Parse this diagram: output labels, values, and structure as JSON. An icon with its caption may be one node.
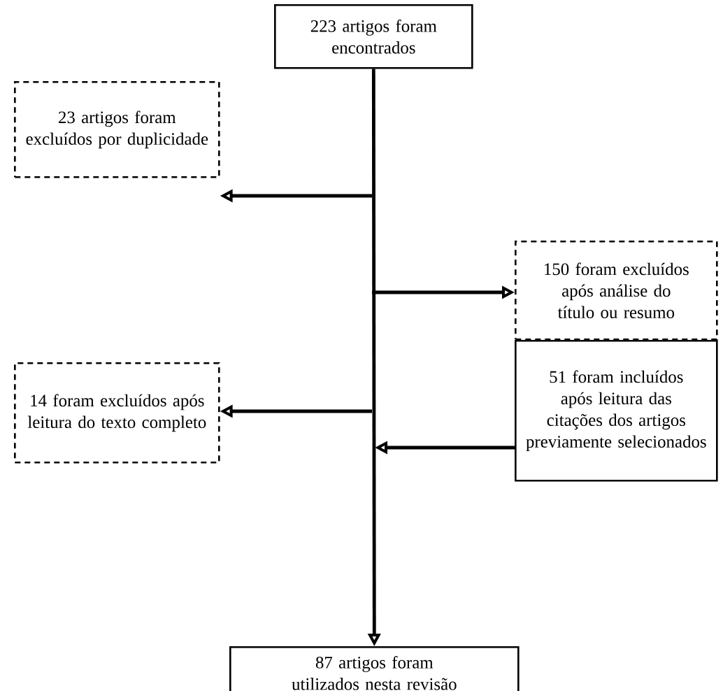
{
  "diagram": {
    "nodes": [
      {
        "text": [
          "223 artigos foram encontrados"
        ]
      },
      {
        "text": [
          "23 artigos foram excluídos por duplicidade"
        ]
      },
      {
        "text": [
          "150 foram excluídos após análise do título ou resumo"
        ]
      },
      {
        "text": [
          "14 foram excluídos após leitura do texto completo"
        ]
      },
      {
        "text": [
          "51 foram incluídos após leitura das citações dos artigos previamente selecionados"
        ]
      },
      {
        "text": [
          "87 artigos foram utilizados nesta revisão"
        ]
      }
    ],
    "edges": [
      {
        "from": 0,
        "to": 5,
        "arrow": "to"
      },
      {
        "from": null,
        "to": 1,
        "arrow": "to"
      },
      {
        "from": null,
        "to": 2,
        "arrow": "to"
      },
      {
        "from": null,
        "to": 3,
        "arrow": "to"
      },
      {
        "from": 4,
        "to": null,
        "arrow": "to"
      }
    ]
  }
}
